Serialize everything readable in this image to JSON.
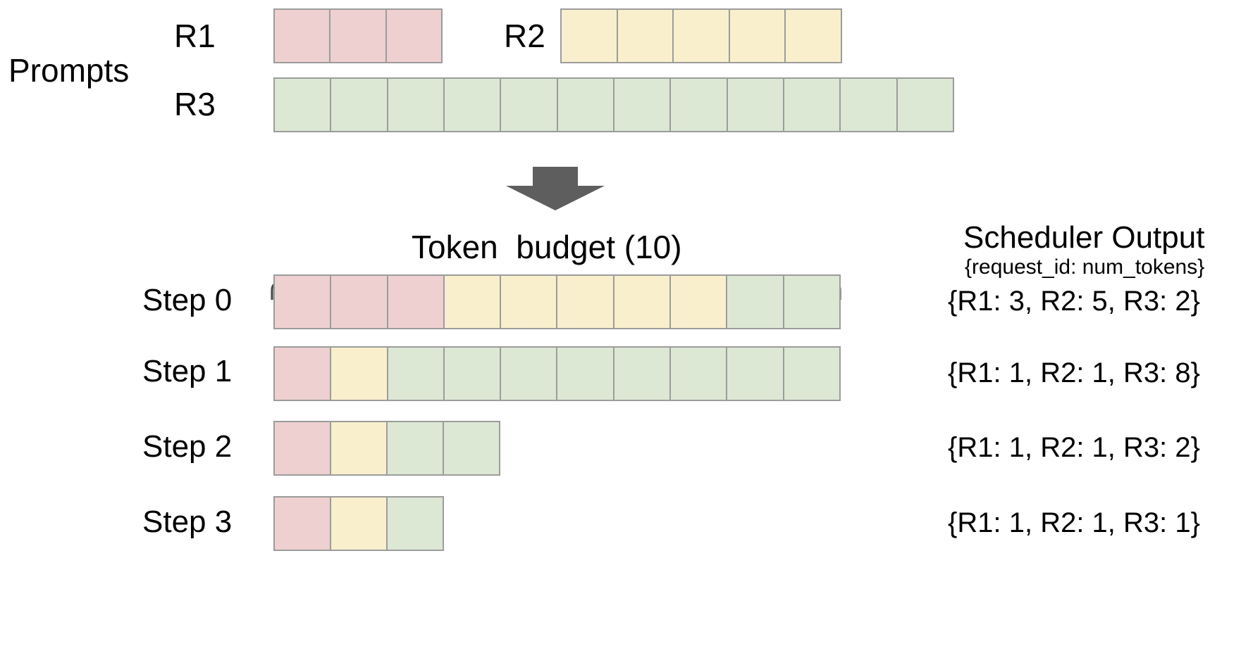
{
  "diagram": {
    "title_prompts": "Prompts",
    "arrow_icon": "down-arrow-icon",
    "brace_icon": "curly-brace-icon"
  },
  "prompts": {
    "label": "Prompts",
    "requests": [
      {
        "id": "R1",
        "label": "R1",
        "tokens": 3,
        "color_key": "r1"
      },
      {
        "id": "R2",
        "label": "R2",
        "tokens": 5,
        "color_key": "r2"
      },
      {
        "id": "R3",
        "label": "R3",
        "tokens": 12,
        "color_key": "r3"
      }
    ]
  },
  "budget": {
    "label": "Token  budget (10)",
    "value": 10
  },
  "scheduler": {
    "heading": "Scheduler Output",
    "subheading": "{request_id: num_tokens}"
  },
  "steps": [
    {
      "label": "Step 0",
      "output": "{R1: 3, R2: 5, R3: 2}",
      "segments": [
        {
          "color_key": "r1",
          "count": 3
        },
        {
          "color_key": "r2",
          "count": 5
        },
        {
          "color_key": "r3",
          "count": 2
        }
      ]
    },
    {
      "label": "Step 1",
      "output": "{R1: 1, R2: 1, R3: 8}",
      "segments": [
        {
          "color_key": "r1",
          "count": 1
        },
        {
          "color_key": "r2",
          "count": 1
        },
        {
          "color_key": "r3",
          "count": 8
        }
      ]
    },
    {
      "label": "Step 2",
      "output": "{R1: 1, R2: 1, R3: 2}",
      "segments": [
        {
          "color_key": "r1",
          "count": 1
        },
        {
          "color_key": "r2",
          "count": 1
        },
        {
          "color_key": "r3",
          "count": 2
        }
      ]
    },
    {
      "label": "Step 3",
      "output": "{R1: 1, R2: 1, R3: 1}",
      "segments": [
        {
          "color_key": "r1",
          "count": 1
        },
        {
          "color_key": "r2",
          "count": 1
        },
        {
          "color_key": "r3",
          "count": 1
        }
      ]
    }
  ],
  "colors": {
    "r1": "#eed0d0",
    "r2": "#f9efcc",
    "r3": "#dce7d4",
    "cell_border": "#9c9c9c",
    "arrow": "#5e5e5e",
    "brace": "#4a4a4a",
    "text": "#000000",
    "background": "#ffffff"
  }
}
